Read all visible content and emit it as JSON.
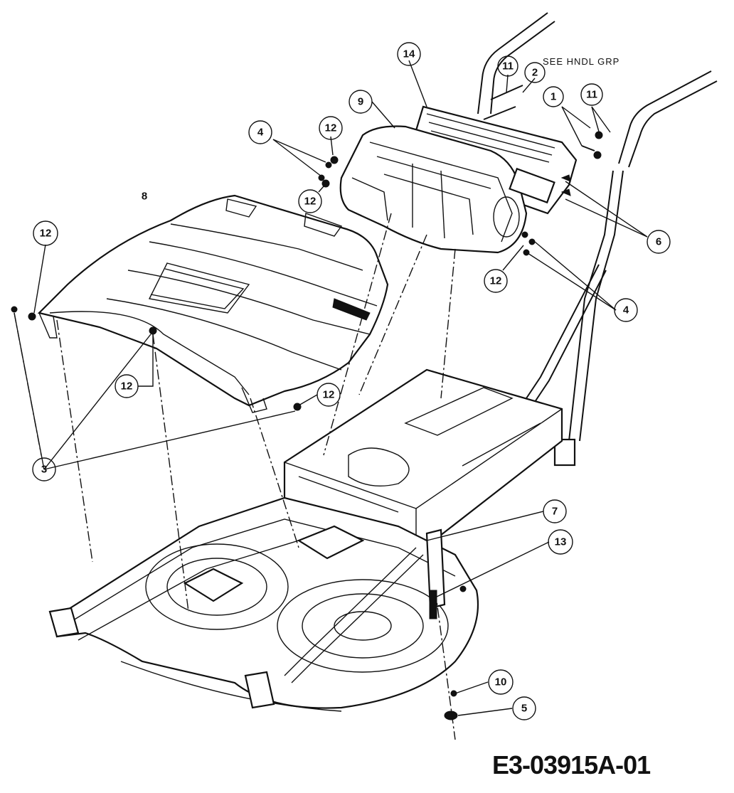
{
  "diagram": {
    "note": "SEE HNDL GRP",
    "drawing_code": "E3-03915A-01",
    "callouts": {
      "c1": "1",
      "c2": "2",
      "c3": "3",
      "c4a": "4",
      "c4b": "4",
      "c5": "5",
      "c6": "6",
      "c7": "7",
      "c8": "8",
      "c9": "9",
      "c10": "10",
      "c11a": "11",
      "c11b": "11",
      "c12a": "12",
      "c12b": "12",
      "c12c": "12",
      "c12d": "12",
      "c12e": "12",
      "c12f": "12",
      "c13": "13",
      "c14": "14"
    }
  }
}
